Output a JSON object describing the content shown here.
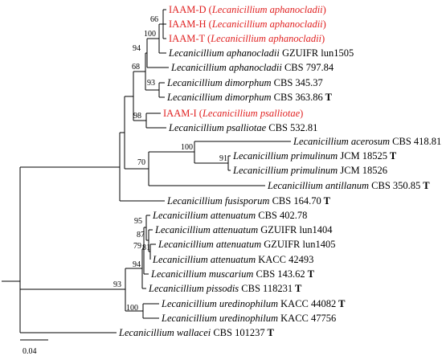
{
  "colors": {
    "highlight": "#e02020",
    "default": "#000000"
  },
  "scale_bar": {
    "label": "0.04",
    "value": 0.04
  },
  "taxa": [
    {
      "id": "iaam_d",
      "prefix": "IAAM-D (",
      "species": "Lecanicillium aphanocladii",
      "suffix": ")",
      "strain": "",
      "type_mark": "",
      "highlight": true
    },
    {
      "id": "iaam_h",
      "prefix": "IAAM-H (",
      "species": "Lecanicillium aphanocladii",
      "suffix": ")",
      "strain": "",
      "type_mark": "",
      "highlight": true
    },
    {
      "id": "iaam_t",
      "prefix": "IAAM-T (",
      "species": "Lecanicillium aphanocladii",
      "suffix": ")",
      "strain": "",
      "type_mark": "",
      "highlight": true
    },
    {
      "id": "aph_gz",
      "prefix": "",
      "species": "Lecanicillium aphanocladii",
      "suffix": "",
      "strain": "GZUIFR lun1505",
      "type_mark": "",
      "highlight": false
    },
    {
      "id": "aph_cbs",
      "prefix": "",
      "species": "Lecanicillium aphanocladii",
      "suffix": "",
      "strain": "CBS 797.84",
      "type_mark": "",
      "highlight": false
    },
    {
      "id": "dim_1",
      "prefix": "",
      "species": "Lecanicillium dimorphum",
      "suffix": "",
      "strain": "CBS 345.37",
      "type_mark": "",
      "highlight": false
    },
    {
      "id": "dim_2",
      "prefix": "",
      "species": "Lecanicillium dimorphum",
      "suffix": "",
      "strain": "CBS 363.86",
      "type_mark": "T",
      "highlight": false
    },
    {
      "id": "iaam_i",
      "prefix": "IAAM-I (",
      "species": "Lecanicillium psalliotae",
      "suffix": ")",
      "strain": "",
      "type_mark": "",
      "highlight": true
    },
    {
      "id": "psal",
      "prefix": "",
      "species": "Lecanicillium psalliotae",
      "suffix": "",
      "strain": "CBS 532.81",
      "type_mark": "",
      "highlight": false
    },
    {
      "id": "acer",
      "prefix": "",
      "species": "Lecanicillium acerosum",
      "suffix": "",
      "strain": "CBS 418.81",
      "type_mark": "T",
      "highlight": false
    },
    {
      "id": "prim_1",
      "prefix": "",
      "species": "Lecanicillium primulinum",
      "suffix": "",
      "strain": "JCM 18525",
      "type_mark": "T",
      "highlight": false
    },
    {
      "id": "prim_2",
      "prefix": "",
      "species": "Lecanicillium primulinum",
      "suffix": "",
      "strain": "JCM 18526",
      "type_mark": "",
      "highlight": false
    },
    {
      "id": "anti",
      "prefix": "",
      "species": "Lecanicillium antillanum",
      "suffix": "",
      "strain": "CBS 350.85",
      "type_mark": "T",
      "highlight": false
    },
    {
      "id": "fusi",
      "prefix": "",
      "species": "Lecanicillium fusisporum",
      "suffix": "",
      "strain": "CBS 164.70",
      "type_mark": "T",
      "highlight": false
    },
    {
      "id": "att_cbs",
      "prefix": "",
      "species": "Lecanicillium attenuatum",
      "suffix": "",
      "strain": "CBS 402.78",
      "type_mark": "",
      "highlight": false
    },
    {
      "id": "att_1404",
      "prefix": "",
      "species": "Lecanicillium attenuatum",
      "suffix": "",
      "strain": "GZUIFR lun1404",
      "type_mark": "",
      "highlight": false
    },
    {
      "id": "att_1405",
      "prefix": "",
      "species": "Lecanicillium attenuatum",
      "suffix": "",
      "strain": "GZUIFR lun1405",
      "type_mark": "",
      "highlight": false
    },
    {
      "id": "att_kacc",
      "prefix": "",
      "species": "Lecanicillium attenuatum",
      "suffix": "",
      "strain": "KACC 42493",
      "type_mark": "",
      "highlight": false
    },
    {
      "id": "musc",
      "prefix": "",
      "species": "Lecanicillium muscarium",
      "suffix": "",
      "strain": "CBS 143.62",
      "type_mark": "T",
      "highlight": false
    },
    {
      "id": "piss",
      "prefix": "",
      "species": "Lecanicillium pissodis",
      "suffix": "",
      "strain": "CBS 118231",
      "type_mark": "T",
      "highlight": false
    },
    {
      "id": "ured_1",
      "prefix": "",
      "species": "Lecanicillium uredinophilum",
      "suffix": "",
      "strain": "KACC 44082",
      "type_mark": "T",
      "highlight": false
    },
    {
      "id": "ured_2",
      "prefix": "",
      "species": "Lecanicillium uredinophilum",
      "suffix": "",
      "strain": "KACC 47756",
      "type_mark": "",
      "highlight": false
    },
    {
      "id": "wall",
      "prefix": "",
      "species": "Lecanicillium wallacei",
      "suffix": "",
      "strain": "CBS 101237",
      "type_mark": "T",
      "highlight": false
    }
  ],
  "bootstrap": [
    {
      "node": "n_dht",
      "value": "66"
    },
    {
      "node": "n_aph_gz",
      "value": "100"
    },
    {
      "node": "n_aph",
      "value": "94"
    },
    {
      "node": "n_dim",
      "value": "93"
    },
    {
      "node": "n_aph_dim",
      "value": "68"
    },
    {
      "node": "n_psal",
      "value": "98"
    },
    {
      "node": "n_prim",
      "value": "91"
    },
    {
      "node": "n_acer_prim",
      "value": "100"
    },
    {
      "node": "n_acer_anti",
      "value": "70"
    },
    {
      "node": "n_att_a",
      "value": "95"
    },
    {
      "node": "n_att_b",
      "value": "87"
    },
    {
      "node": "n_att_c",
      "value": "81"
    },
    {
      "node": "n_att_d",
      "value": "79"
    },
    {
      "node": "n_musc",
      "value": "94"
    },
    {
      "node": "n_ured",
      "value": "100"
    },
    {
      "node": "n_att_all",
      "value": "93"
    }
  ]
}
